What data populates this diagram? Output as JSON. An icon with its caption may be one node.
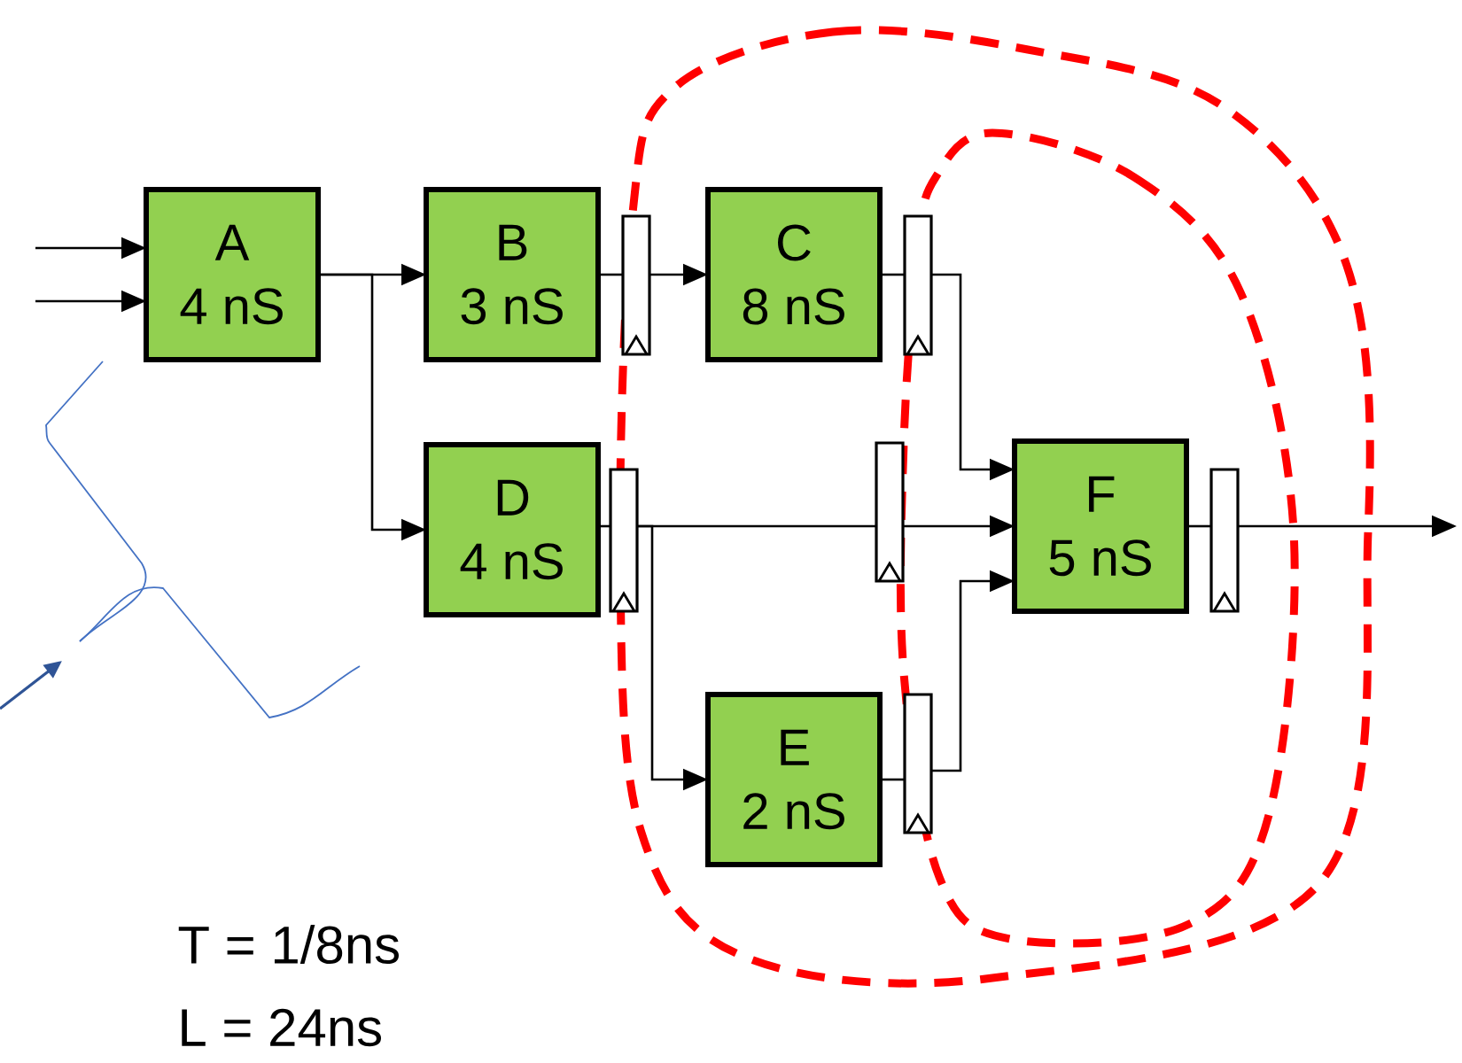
{
  "diagram": {
    "nodes": [
      {
        "text": [
          "A",
          "4 nS"
        ]
      },
      {
        "text": [
          "B",
          "3 nS"
        ]
      },
      {
        "text": [
          "C",
          "8 nS"
        ]
      },
      {
        "text": [
          "D",
          "4 nS"
        ]
      },
      {
        "text": [
          "E",
          "2 nS"
        ]
      },
      {
        "text": [
          "F",
          "5 nS"
        ]
      },
      {
        "text": [],
        "shape": "box"
      },
      {
        "text": [],
        "shape": "box"
      },
      {
        "text": [],
        "shape": "box"
      },
      {
        "text": [],
        "shape": "box"
      },
      {
        "text": [],
        "shape": "box"
      },
      {
        "text": [],
        "shape": "box"
      }
    ],
    "edges": [
      {
        "from": null,
        "to": 0,
        "arrow": "to"
      },
      {
        "from": null,
        "to": 0,
        "arrow": "to"
      },
      {
        "from": 0,
        "to": 1,
        "arrow": "to"
      },
      {
        "from": 0,
        "to": 3,
        "arrow": "to"
      },
      {
        "from": 1,
        "to": 6,
        "arrow": "none"
      },
      {
        "from": 6,
        "to": 2,
        "arrow": "to"
      },
      {
        "from": 2,
        "to": 7,
        "arrow": "none"
      },
      {
        "from": 7,
        "to": 5,
        "arrow": "to"
      },
      {
        "from": 3,
        "to": 8,
        "arrow": "none"
      },
      {
        "from": 8,
        "to": 9,
        "arrow": "none"
      },
      {
        "from": 9,
        "to": 5,
        "arrow": "to"
      },
      {
        "from": 8,
        "to": 4,
        "arrow": "to"
      },
      {
        "from": 4,
        "to": 10,
        "arrow": "none"
      },
      {
        "from": 10,
        "to": 5,
        "arrow": "to"
      },
      {
        "from": 5,
        "to": 11,
        "arrow": "none"
      },
      {
        "from": 11,
        "to": null,
        "arrow": "to"
      }
    ],
    "labels": [
      "T = 1/8ns",
      "L = 24ns"
    ]
  }
}
